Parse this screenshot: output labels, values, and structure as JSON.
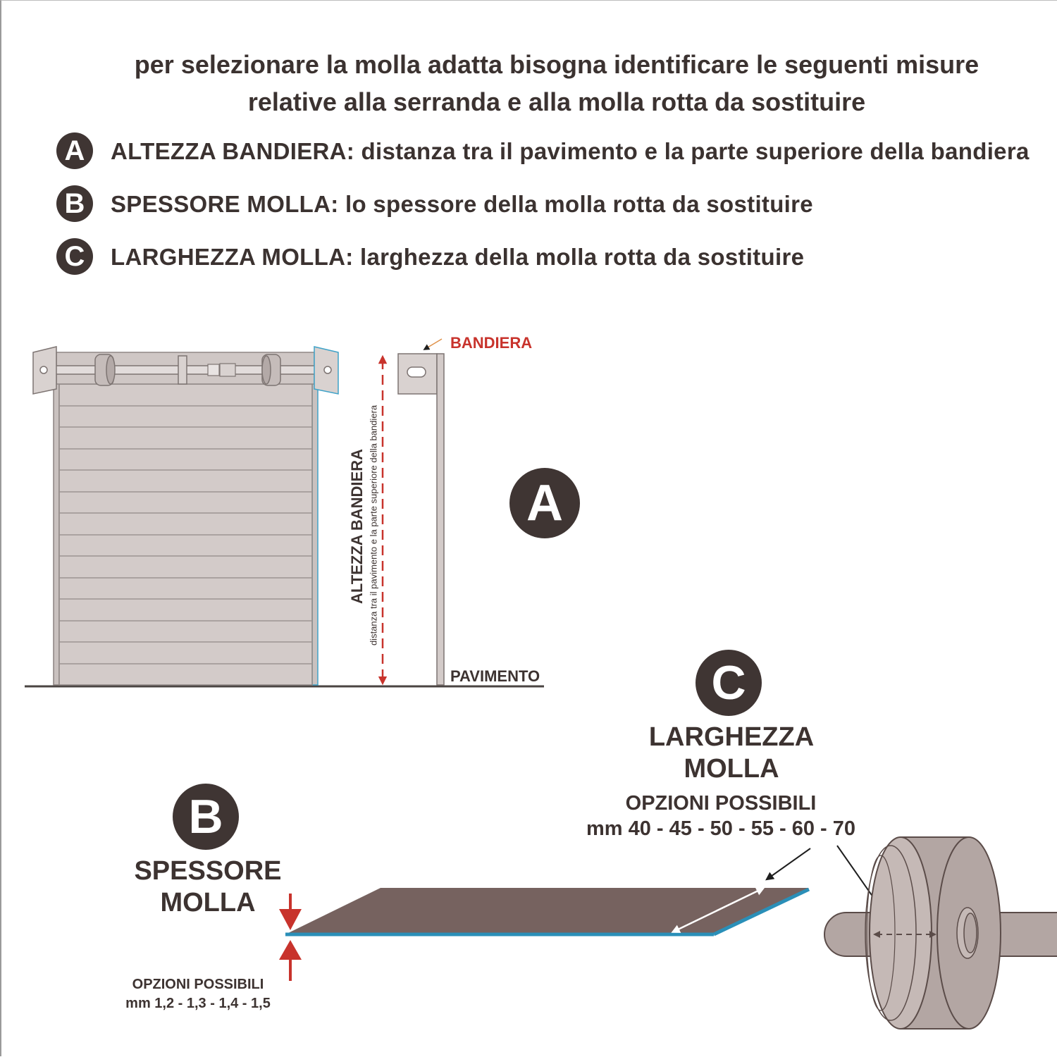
{
  "intro": {
    "line1": "per selezionare la molla adatta bisogna identificare le seguenti misure",
    "line2": "relative alla serranda e alla molla rotta da sostituire"
  },
  "legend": [
    {
      "letter": "A",
      "text": "ALTEZZA BANDIERA: distanza tra il pavimento e la parte superiore della bandiera"
    },
    {
      "letter": "B",
      "text": "SPESSORE MOLLA: lo spessore della molla rotta da sostituire"
    },
    {
      "letter": "C",
      "text": "LARGHEZZA MOLLA: larghezza della molla rotta da sostituire"
    }
  ],
  "section_a": {
    "badge": "A",
    "bandiera_label": "BANDIERA",
    "pavimento_label": "PAVIMENTO",
    "measure_title": "ALTEZZA BANDIERA",
    "measure_subtitle": "distanza tra il pavimento e la parte superiore della bandiera"
  },
  "section_b": {
    "badge": "B",
    "title_line1": "SPESSORE",
    "title_line2": "MOLLA",
    "options_title": "OPZIONI POSSIBILI",
    "options_values": "mm 1,2 - 1,3 - 1,4 - 1,5"
  },
  "section_c": {
    "badge": "C",
    "title_line1": "LARGHEZZA",
    "title_line2": "MOLLA",
    "options_title": "OPZIONI POSSIBILI",
    "options_values": "mm 40 - 45 - 50 - 55 - 60 - 70"
  },
  "colors": {
    "badge": "#3f3533",
    "shutter": "#d3cbc9",
    "spring": "#76625f",
    "spring_edge": "#2a8fb8",
    "arrow_red": "#c8332c",
    "drum": "#b3a6a3"
  }
}
